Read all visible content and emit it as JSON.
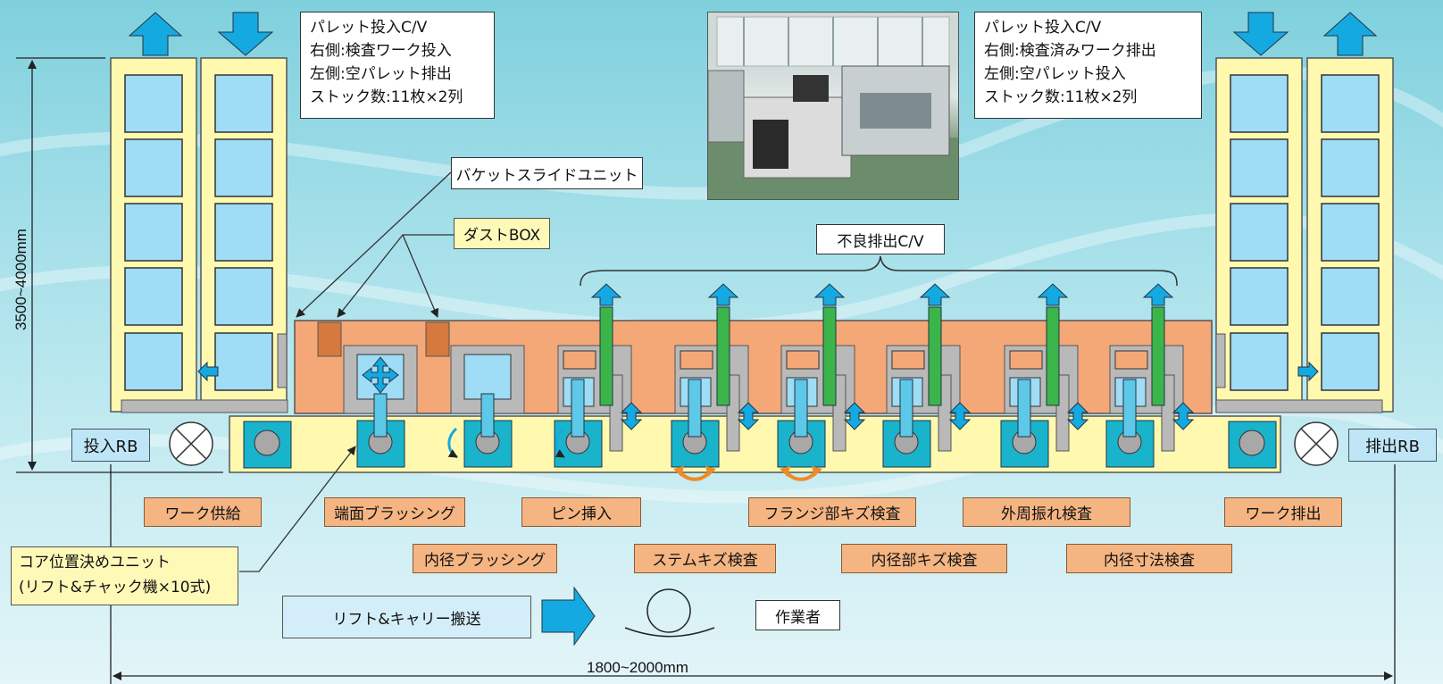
{
  "callouts": {
    "left_cv": [
      "パレット投入C/V",
      "右側:検査ワーク投入",
      "左側:空パレット排出",
      "ストック数:11枚×2列"
    ],
    "right_cv": [
      "パレット投入C/V",
      "右側:検査済みワーク排出",
      "左側:空パレット投入",
      "ストック数:11枚×2列"
    ],
    "bucket_slide": "バケットスライドユニット",
    "dust_box": "ダストBOX",
    "reject_cv": "不良排出C/V",
    "core_unit": [
      "コア位置決めユニット",
      "(リフト&チャック機×10式)"
    ]
  },
  "robots": {
    "in": "投入RB",
    "out": "排出RB"
  },
  "processes": {
    "row1": [
      "ワーク供給",
      "端面ブラッシング",
      "ピン挿入",
      "フランジ部キズ検査",
      "外周振れ検査",
      "ワーク排出"
    ],
    "row2": [
      "内径ブラッシング",
      "ステムキズ検査",
      "内径部キズ検査",
      "内径寸法検査"
    ]
  },
  "legend": {
    "transport": "リフト&キャリー搬送",
    "worker": "作業者"
  },
  "dimensions": {
    "height": "3500~4000mm",
    "width": "1800~2000mm"
  },
  "colors": {
    "machine_body": "#f5a877",
    "conveyor": "#fff9b0",
    "station": "#1ab3cc",
    "reject_chute": "#3bb54a",
    "arrow_blue": "#15a9e1",
    "rotate_orange": "#f08a24"
  }
}
